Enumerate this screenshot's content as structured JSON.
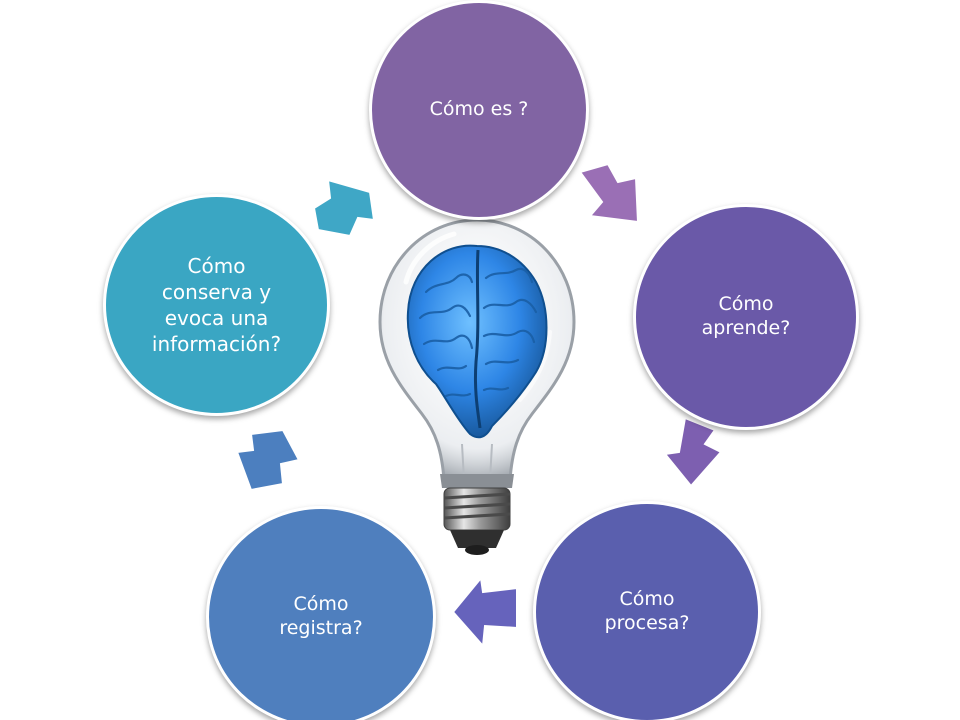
{
  "colors": {
    "node_1": "#8164a3",
    "node_2": "#6a59a8",
    "node_3": "#5a5fae",
    "node_4": "#4f7fbe",
    "node_5": "#3aa6c3",
    "arrow_purple": "#9a6fb5",
    "arrow_violet": "#7d5fb0",
    "arrow_indigo": "#6663bc",
    "arrow_blue": "#4c7fbf",
    "arrow_teal": "#3fa7c6",
    "brain_blue": "#2e86e6"
  },
  "icons": {
    "center_image": "lightbulb-with-brain-icon"
  },
  "cycle": {
    "nodes": [
      {
        "label": "Cómo es ?"
      },
      {
        "label": "Cómo\naprende?"
      },
      {
        "label": "Cómo\nprocesa?"
      },
      {
        "label": "Cómo\nregistra?"
      },
      {
        "label": "Cómo\nconserva y\nevoca una\ninformación?"
      }
    ]
  }
}
